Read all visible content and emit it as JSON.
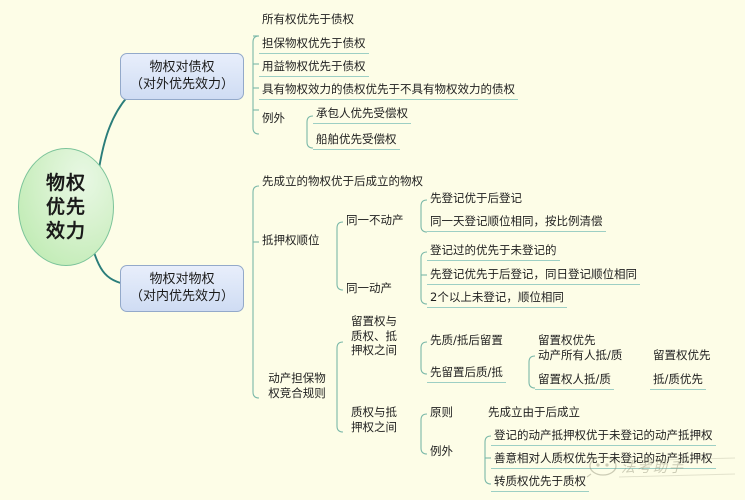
{
  "colors": {
    "background": "#fdfde7",
    "root_fill": "#c8efbb",
    "root_border": "#7cc49a",
    "branch_fill": "#dbe5f7",
    "branch_border": "#93a9ca",
    "connector_teal": "#2a7d7a",
    "connector_green": "#7ab8a8",
    "leaf_underline": "#9dcfc4",
    "text": "#1f1f1f"
  },
  "root": {
    "line1": "物权",
    "line2": "优先",
    "line3": "效力"
  },
  "branches": [
    {
      "title_line1": "物权对债权",
      "title_line2": "（对外优先效力）"
    },
    {
      "title_line1": "物权对物权",
      "title_line2": "（对内优先效力）"
    }
  ],
  "b1": {
    "leaf1": "所有权优先于债权",
    "leaf2": "担保物权优先于债权",
    "leaf3": "用益物权优先于债权",
    "leaf4": "具有物权效力的债权优先于不具有物权效力的债权",
    "exception_label": "例外",
    "exception1": "承包人优先受偿权",
    "exception2": "船舶优先受偿权"
  },
  "b2": {
    "leaf_top": "先成立的物权优于后成立的物权",
    "mortgage_order_label": "抵押权顺位",
    "same_realty_label": "同一不动产",
    "same_realty_1": "先登记优于后登记",
    "same_realty_2": "同一天登记顺位相同，按比例清偿",
    "same_movable_label": "同一动产",
    "same_movable_1": "登记过的优先于未登记的",
    "same_movable_2": "先登记优先于后登记，同日登记顺位相同",
    "same_movable_3": "2个以上未登记，顺位相同",
    "movable_security_label_l1": "动产担保物",
    "movable_security_label_l2": "权竞合规则",
    "lien_vs_label_l1": "留置权与",
    "lien_vs_label_l2": "质权、抵",
    "lien_vs_label_l3": "押权之间",
    "lien_case1": "先质/抵后留置",
    "lien_case1_result": "留置权优先",
    "lien_case2": "先留置后质/抵",
    "lien_case2_sub1": "动产所有人抵/质",
    "lien_case2_sub1_result": "留置权优先",
    "lien_case2_sub2": "留置权人抵/质",
    "lien_case2_sub2_result": "抵/质优先",
    "pledge_vs_label_l1": "质权与抵",
    "pledge_vs_label_l2": "押权之间",
    "principle_label": "原则",
    "principle_text": "先成立由于后成立",
    "exception_label": "例外",
    "exception1": "登记的动产抵押权优于未登记的动产抵押权",
    "exception2": "善意相对人质权优先于未登记的动产抵押权",
    "exception3": "转质权优先于质权"
  },
  "watermark": {
    "text": "法考助手"
  }
}
